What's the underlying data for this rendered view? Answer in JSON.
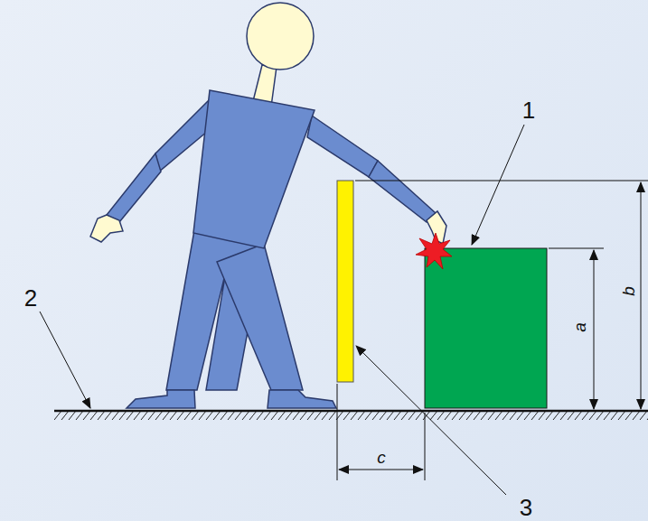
{
  "diagram": {
    "labels": [
      "1",
      "2",
      "3",
      "a",
      "b",
      "c"
    ]
  }
}
